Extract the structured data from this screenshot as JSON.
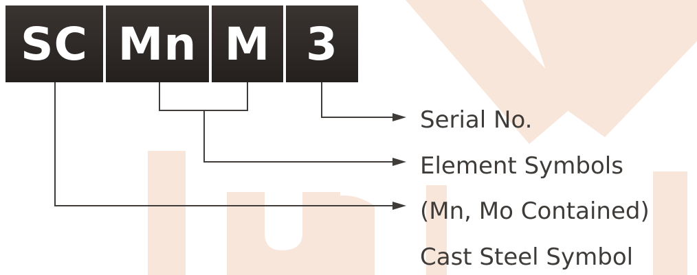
{
  "boxes": [
    "SC",
    "Mn",
    "M",
    "3"
  ],
  "labels": {
    "serial": "Serial No.",
    "element": "Element Symbols",
    "contained": "(Mn, Mo Contained)",
    "cast": "Cast Steel Symbol"
  },
  "colors": {
    "box": "#2f2a27",
    "text_on_box": "#ffffff",
    "line": "#3e3b38",
    "label": "#3e3b38",
    "watermark": "#f6e2d6"
  }
}
